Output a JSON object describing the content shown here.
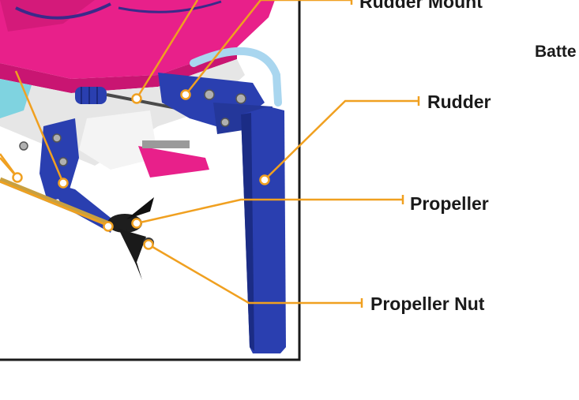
{
  "diagram": {
    "labels": {
      "rudder_mount": "Rudder Mount",
      "battery": "Batte",
      "rudder": "Rudder",
      "propeller": "Propeller",
      "propeller_nut": "Propeller Nut"
    },
    "colors": {
      "callout_line": "#f0a020",
      "hull_pink": "#e8208a",
      "hull_white": "#e6e6e6",
      "anodized_blue": "#2a3fb0",
      "frame_border": "#1a1a1a",
      "tube": "#a9d6ef",
      "shaft_gold": "#c8a040"
    }
  }
}
